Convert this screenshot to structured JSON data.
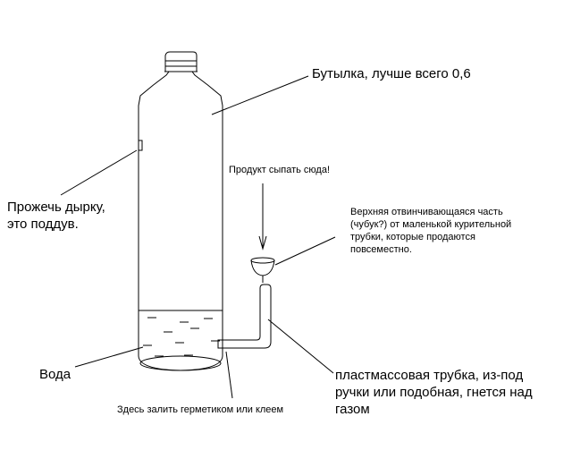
{
  "labels": {
    "bottle": "Бутылка, лучше всего 0,6",
    "hole_line1": "Прожечь дырку,",
    "hole_line2": "это поддув.",
    "product": "Продукт сыпать сюда!",
    "bowl_line1": "Верхняя отвинчивающаяся часть",
    "bowl_line2": "(чубук?) от маленькой курительной",
    "bowl_line3": "трубки, которые продаются",
    "bowl_line4": "повсеместно.",
    "water": "Вода",
    "seal": "Здесь залить герметиком или клеем",
    "tube_line1": "пластмассовая трубка, из-под",
    "tube_line2": "ручки или подобная, гнется над",
    "tube_line3": "газом"
  },
  "colors": {
    "line": "#000000",
    "background": "#ffffff"
  }
}
